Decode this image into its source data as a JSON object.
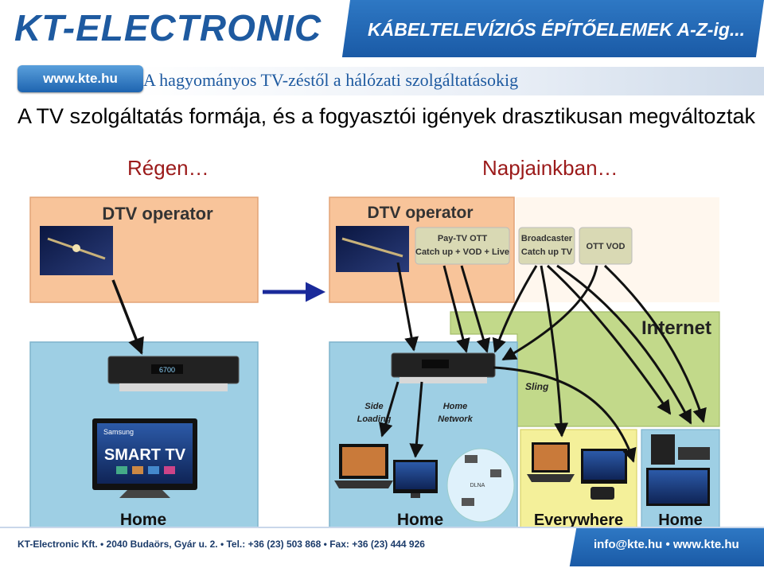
{
  "header": {
    "logo": "KT-ELECTRONIC",
    "tagline": "KÁBELTELEVÍZIÓS ÉPÍTŐELEMEK A-Z-ig...",
    "url_pill": "www.kte.hu",
    "subtitle": "A hagyományos TV-zéstől a hálózati szolgáltatásokig"
  },
  "slide": {
    "heading": "A TV szolgáltatás formája, és a fogyasztói igények drasztikusan megváltoztak",
    "left_col": "Régen…",
    "right_col": "Napjainkban…"
  },
  "left_diagram": {
    "operator": "DTV operator",
    "home": "Home",
    "tv_brand": "Samsung",
    "tv_label": "SMART TV",
    "stb_display": "6700"
  },
  "right_diagram": {
    "operator": "DTV operator",
    "pay_tv": [
      "Pay-TV OTT",
      "Catch up + VOD + Live"
    ],
    "broadcaster": [
      "Broadcaster",
      "Catch up TV"
    ],
    "ott_vod": "OTT VOD",
    "internet": "Internet",
    "sling": "Sling",
    "side_loading": [
      "Side",
      "Loading"
    ],
    "home_network": [
      "Home",
      "Network"
    ],
    "dlna": "DLNA",
    "home": "Home",
    "everywhere": "Everywhere",
    "home2": "Home"
  },
  "footer": {
    "company": "KT-Electronic Kft.  •  2040 Budaörs, Gyár u. 2.  •  Tel.: +36 (23) 503 868  •  Fax: +36 (23) 444 926",
    "contact": "info@kte.hu  •  www.kte.hu"
  },
  "colors": {
    "operator_fill": "#f8c49a",
    "home_fill": "#9ecfe4",
    "internet_fill": "#c2d98a",
    "everywhere_fill": "#f4f09a",
    "brand_blue": "#1e5aa0",
    "arrow_blue": "#1a2a9a"
  }
}
